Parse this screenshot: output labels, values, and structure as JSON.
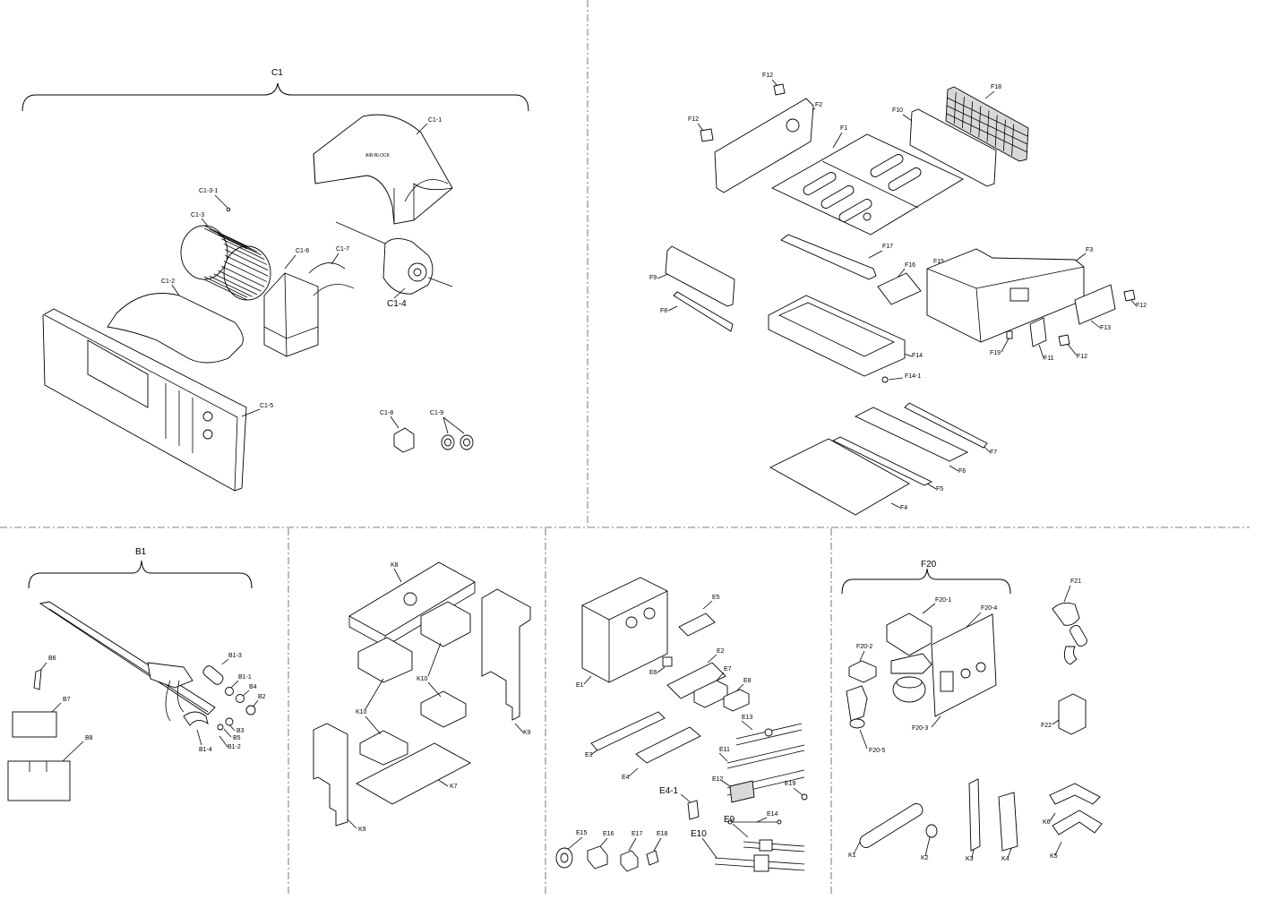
{
  "groups": {
    "c1": "C1",
    "b1": "B1",
    "f20": "F20"
  },
  "labels": {
    "c1_1": "C1-1",
    "c1_2": "C1-2",
    "c1_3": "C1-3",
    "c1_3_1": "C1-3-1",
    "c1_4": "C1-4",
    "c1_5": "C1-5",
    "c1_6": "C1-6",
    "c1_7": "C1-7",
    "c1_8": "C1-8",
    "c1_9": "C1-9",
    "f1": "F1",
    "f2": "F2",
    "f3": "F3",
    "f4": "F4",
    "f5": "F5",
    "f6": "F6",
    "f7": "F7",
    "f8": "F8",
    "f9": "F9",
    "f10": "F10",
    "f11": "F11",
    "f12a": "F12",
    "f12b": "F12",
    "f12c": "F12",
    "f12d": "F12",
    "f13": "F13",
    "f14": "F14",
    "f14_1": "F14-1",
    "f15": "F15",
    "f16": "F16",
    "f17": "F17",
    "f18": "F18",
    "f19": "F19",
    "b1_1": "B1-1",
    "b1_2": "B1-2",
    "b1_3": "B1-3",
    "b1_4": "B1-4",
    "b2": "B2",
    "b3": "B3",
    "b4": "B4",
    "b5": "B5",
    "b6": "B6",
    "b7": "B7",
    "b8": "B8",
    "k1": "K1",
    "k2": "K2",
    "k3": "K3",
    "k4": "K4",
    "k5": "K5",
    "k6": "K6",
    "k7": "K7",
    "k8": "K8",
    "k9a": "K9",
    "k9b": "K9",
    "k10a": "K10",
    "k10b": "K10",
    "e1": "E1",
    "e2": "E2",
    "e3": "E3",
    "e4": "E4",
    "e4_1": "E4-1",
    "e5": "E5",
    "e6": "E6",
    "e7": "E7",
    "e8": "E8",
    "e9": "E9",
    "e10": "E10",
    "e11": "E11",
    "e12": "E12",
    "e13": "E13",
    "e14": "E14",
    "e15": "E15",
    "e16": "E16",
    "e17": "E17",
    "e18": "E18",
    "e19": "E19",
    "f20_1": "F20-1",
    "f20_2": "F20-2",
    "f20_3": "F20-3",
    "f20_4": "F20-4",
    "f20_5": "F20-5",
    "f21": "F21",
    "f22": "F22"
  }
}
